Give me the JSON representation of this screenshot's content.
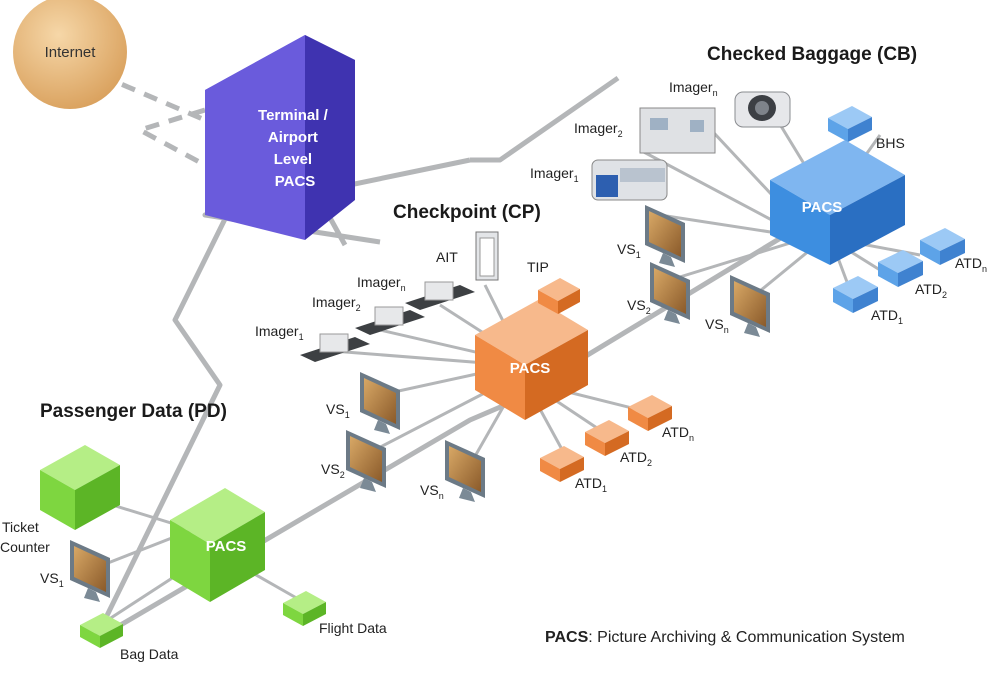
{
  "internet": "Internet",
  "terminal": [
    "Terminal /",
    "Airport",
    "Level",
    "PACS"
  ],
  "sections": {
    "cb": "Checked Baggage (CB)",
    "cp": "Checkpoint (CP)",
    "pd": "Passenger Data (PD)"
  },
  "pacs": "PACS",
  "cb": {
    "imager": "Imager",
    "sub_n": "n",
    "sub_1": "1",
    "sub_2": "2",
    "bhs": "BHS",
    "vs": "VS",
    "atd": "ATD"
  },
  "cp": {
    "imager": "Imager",
    "ait": "AIT",
    "tip": "TIP",
    "vs": "VS",
    "atd": "ATD",
    "sub_n": "n",
    "sub_1": "1",
    "sub_2": "2"
  },
  "pd": {
    "ticket_counter": [
      "Ticket",
      "Counter"
    ],
    "vs": "VS",
    "sub_1": "1",
    "bag_data": "Bag Data",
    "flight_data": "Flight Data"
  },
  "legend": {
    "term": "PACS",
    "definition": ": Picture Archiving & Communication System"
  },
  "colors": {
    "terminal": "#6a5bdc",
    "cb": "#3d8ee0",
    "cp": "#f08a44",
    "pd": "#7ed640",
    "internet": "#e3b06c",
    "line": "#b4b6b8"
  }
}
